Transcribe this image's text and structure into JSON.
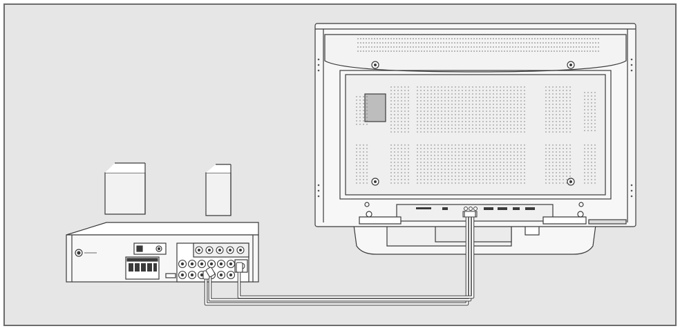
{
  "diagram": {
    "components": [
      {
        "id": "tv",
        "label": "",
        "icon": "flat-panel-tv-rear-icon"
      },
      {
        "id": "receiver",
        "label": "",
        "icon": "av-receiver-rear-icon"
      },
      {
        "id": "speaker-left",
        "label": "",
        "icon": "speaker-icon"
      },
      {
        "id": "speaker-right",
        "label": "",
        "icon": "speaker-icon"
      }
    ],
    "connections": [
      {
        "from": "tv",
        "to": "receiver",
        "type": "audio-cable"
      },
      {
        "from": "tv",
        "to": "receiver",
        "type": "audio-cable"
      }
    ]
  },
  "colors": {
    "background": "#e6e6e6",
    "frame": "#6b6b6b",
    "device_fill": "#f7f7f7",
    "speaker_fill": "#efefef",
    "line": "#3a3a3a",
    "cable": "#ffffff"
  }
}
